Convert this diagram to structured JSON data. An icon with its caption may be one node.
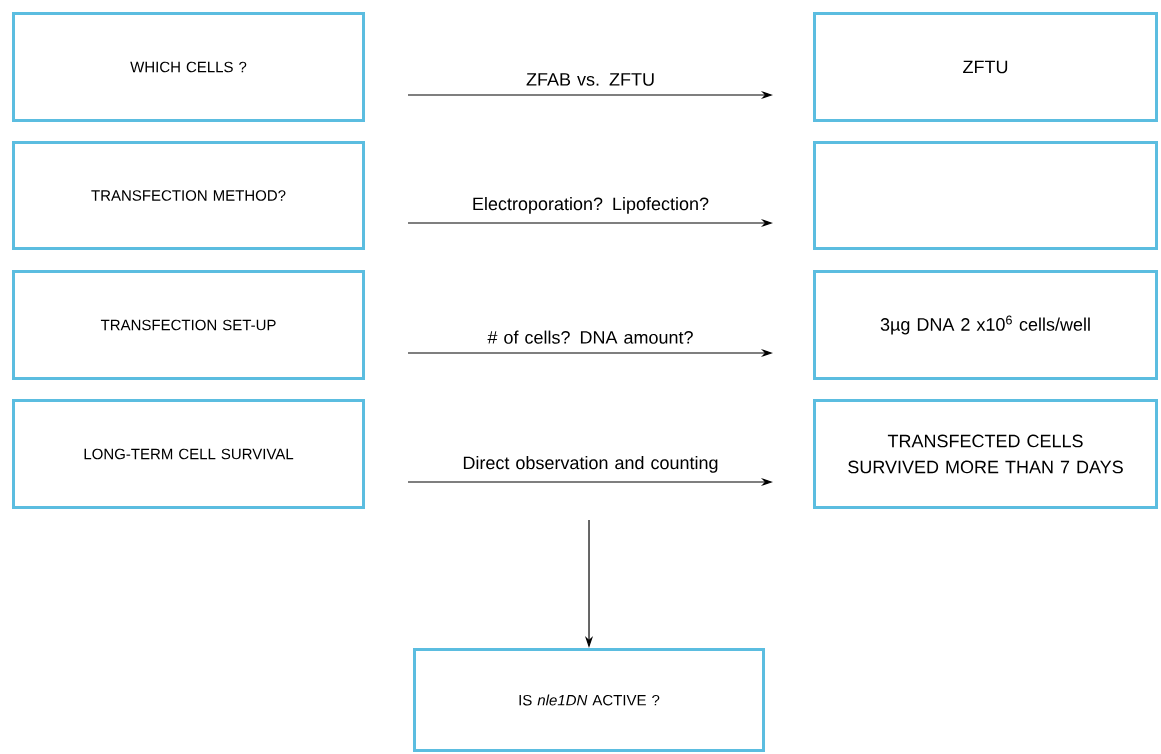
{
  "diagram": {
    "nodes": [
      {
        "text": [
          "WHICH CELLS ?"
        ]
      },
      {
        "text": [
          "ZFTU"
        ]
      },
      {
        "text": [
          "TRANSFECTION METHOD?"
        ]
      },
      {
        "text": [],
        "shape": "box"
      },
      {
        "text": [
          "TRANSFECTION SET-UP"
        ]
      },
      {
        "text": [
          "3µg DNA 2 x10$^{6}$ cells/well"
        ]
      },
      {
        "text": [
          "LONG-TERM CELL SURVIVAL"
        ]
      },
      {
        "text": [
          "TRANSFECTED CELLS SURVIVED MORE THAN 7 DAYS"
        ]
      },
      {
        "text": [
          "IS *nle1DN* ACTIVE ?"
        ]
      }
    ],
    "edges": [
      {
        "from": 0,
        "to": 1,
        "arrow": "to",
        "label": "ZFAB vs. ZFTU"
      },
      {
        "from": 2,
        "to": 3,
        "arrow": "to",
        "label": "Electroporation? Lipofection?"
      },
      {
        "from": 4,
        "to": 5,
        "arrow": "to",
        "label": "# of cells? DNA amount?"
      },
      {
        "from": 6,
        "to": 7,
        "arrow": "to",
        "label": "Direct observation and counting"
      },
      {
        "from": null,
        "to": 8,
        "arrow": "to"
      }
    ]
  }
}
